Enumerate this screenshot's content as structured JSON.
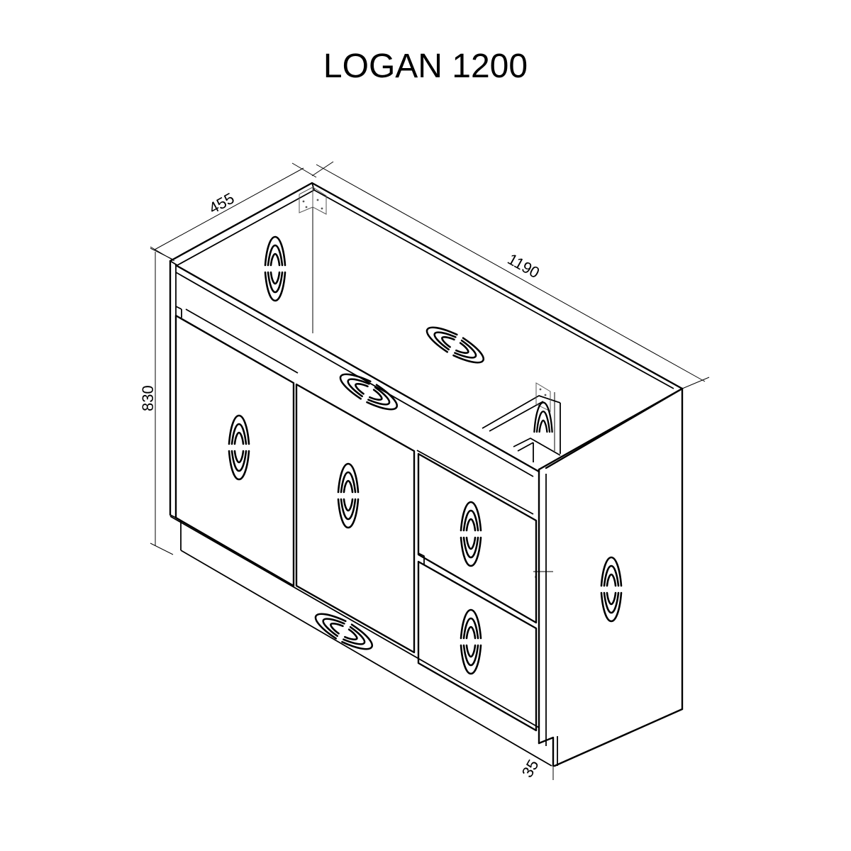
{
  "title": "LOGAN 1200",
  "diagram": {
    "type": "isometric vanity cabinet dimension drawing",
    "units": "mm",
    "dimensions": {
      "depth": "455",
      "width": "1190",
      "height": "830",
      "kickboard_setback": "35"
    },
    "components": {
      "doors": 2,
      "drawers": 2,
      "mounting_brackets": 2,
      "logo_marks": 9
    },
    "colors": {
      "line": "#000000",
      "background": "#ffffff"
    }
  }
}
